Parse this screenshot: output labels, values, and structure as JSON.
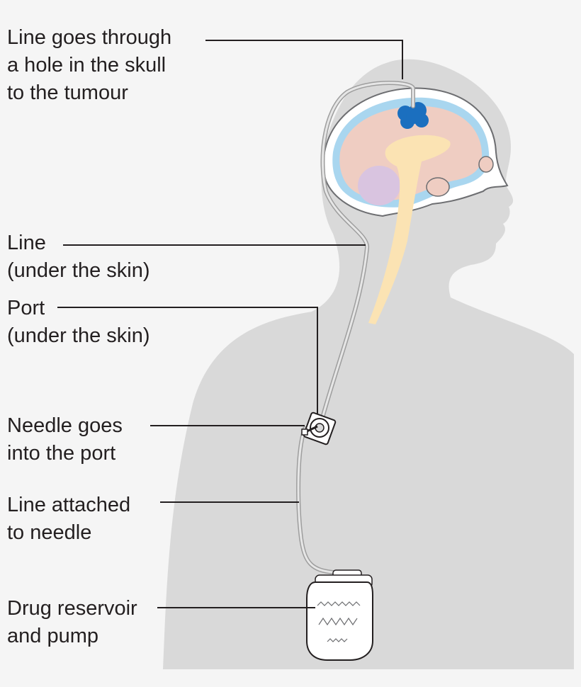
{
  "labels": {
    "tumour": {
      "line1": "Line goes through",
      "line2": "a hole in the skull",
      "line3": "to the tumour"
    },
    "line_under_skin": {
      "line1": "Line",
      "line2": "(under the skin)"
    },
    "port": {
      "line1": "Port",
      "line2": "(under the skin)"
    },
    "needle": {
      "line1": "Needle goes",
      "line2": "into the port"
    },
    "line_attached": {
      "line1": "Line attached",
      "line2": "to needle"
    },
    "reservoir": {
      "line1": "Drug reservoir",
      "line2": "and pump"
    }
  },
  "colors": {
    "background": "#f5f5f5",
    "body_silhouette": "#d9d9d9",
    "skull": "#ffffff",
    "brain": "#efcdc2",
    "csf": "#a9d6ef",
    "tumour": "#1b6fbf",
    "brainstem": "#fbe3b3",
    "cerebellum": "#d9c4e0",
    "tube": "#bdbdbd",
    "leader_line": "#231f20"
  },
  "icons": {
    "pump": "drug-pump-icon",
    "port": "port-icon",
    "needle": "needle-icon",
    "tumour": "tumour-icon"
  }
}
